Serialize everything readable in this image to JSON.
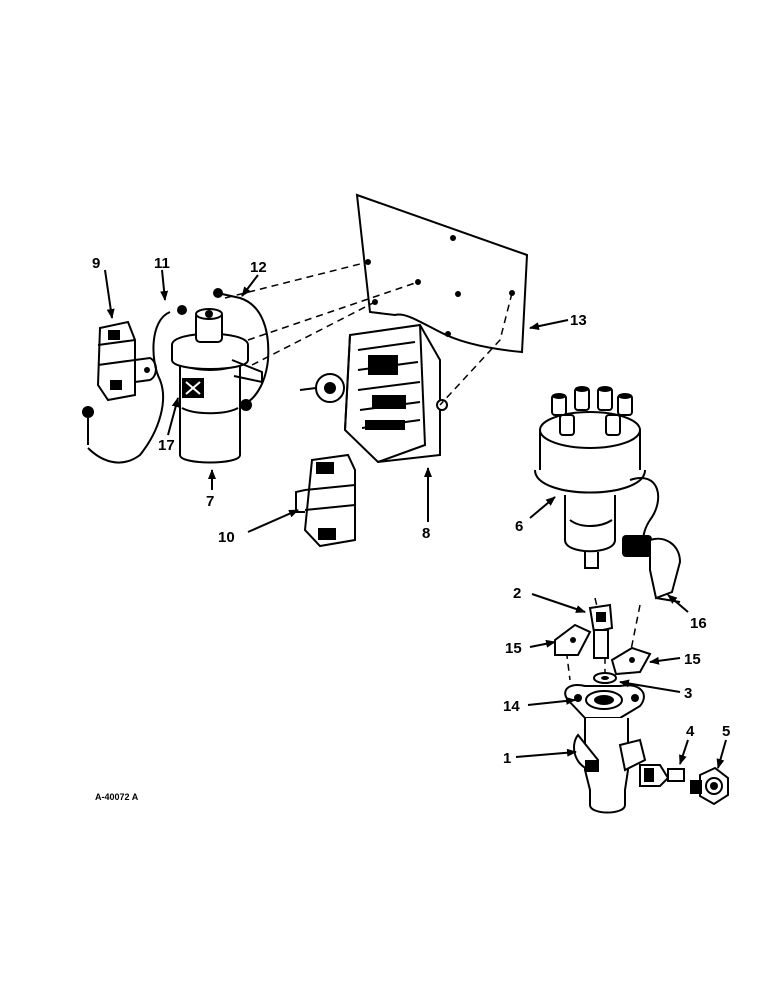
{
  "callouts": {
    "c1": "1",
    "c2": "2",
    "c3": "3",
    "c4": "4",
    "c5": "5",
    "c6": "6",
    "c7": "7",
    "c8": "8",
    "c9": "9",
    "c10": "10",
    "c11": "11",
    "c12": "12",
    "c13": "13",
    "c14": "14",
    "c15a": "15",
    "c15b": "15",
    "c16": "16",
    "c17": "17"
  },
  "drawing_id": "A-40072 A"
}
